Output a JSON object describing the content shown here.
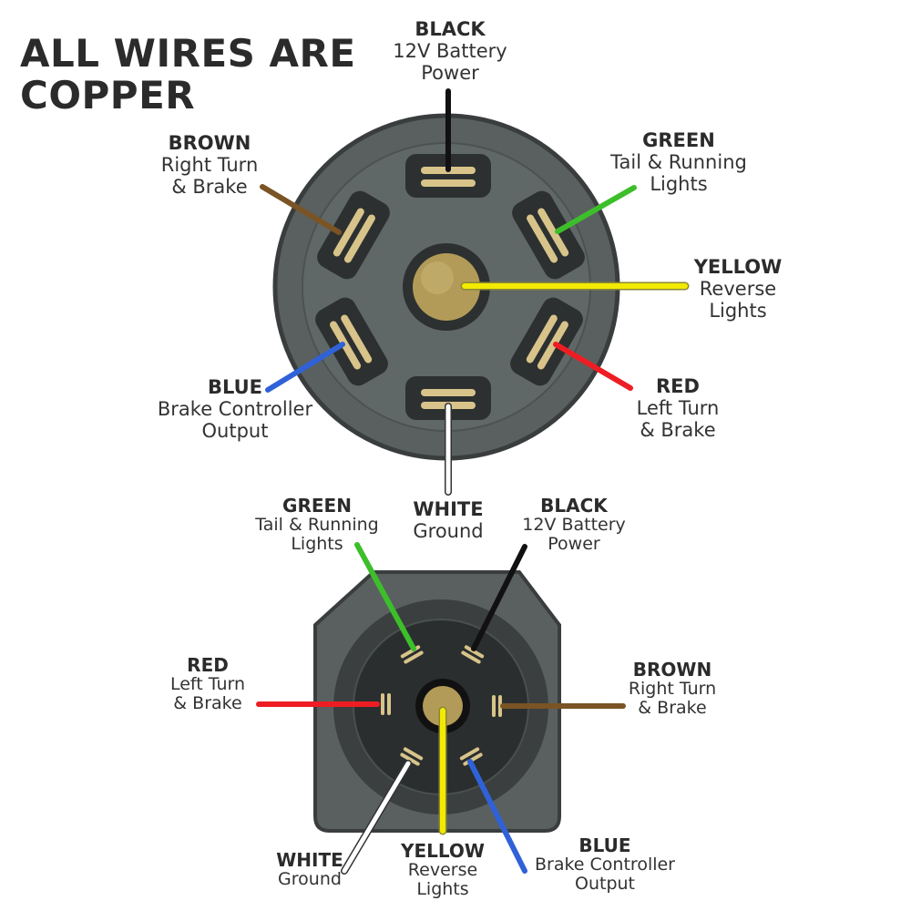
{
  "title_lines": [
    "ALL WIRES ARE",
    "COPPER"
  ],
  "wire_colors": {
    "black": "#111111",
    "green": "#3cbf2a",
    "yellow": "#f4ea00",
    "red": "#ee1d23",
    "white": "#ffffff",
    "blue": "#2f62d8",
    "brown": "#7a5424"
  },
  "connector_colors": {
    "body": "#5a6060",
    "body_rim": "#3a3d3e",
    "pin": "#d8c48a",
    "pin_slot": "#2d3030",
    "center_pin": "#b29b58"
  },
  "round_connector": {
    "labels": [
      {
        "key": "black",
        "color": "BLACK",
        "lines": [
          "12V Battery",
          "Power"
        ]
      },
      {
        "key": "green",
        "color": "GREEN",
        "lines": [
          "Tail & Running",
          "Lights"
        ]
      },
      {
        "key": "yellow",
        "color": "YELLOW",
        "lines": [
          "Reverse",
          "Lights"
        ]
      },
      {
        "key": "red",
        "color": "RED",
        "lines": [
          "Left Turn",
          "& Brake"
        ]
      },
      {
        "key": "white",
        "color": "WHITE",
        "lines": [
          "Ground"
        ]
      },
      {
        "key": "blue",
        "color": "BLUE",
        "lines": [
          "Brake Controller",
          "Output"
        ]
      },
      {
        "key": "brown",
        "color": "BROWN",
        "lines": [
          "Right Turn",
          "& Brake"
        ]
      }
    ]
  },
  "square_connector": {
    "labels": [
      {
        "key": "green",
        "color": "GREEN",
        "lines": [
          "Tail & Running",
          "Lights"
        ]
      },
      {
        "key": "black",
        "color": "BLACK",
        "lines": [
          "12V Battery",
          "Power"
        ]
      },
      {
        "key": "red",
        "color": "RED",
        "lines": [
          "Left Turn",
          "& Brake"
        ]
      },
      {
        "key": "brown",
        "color": "BROWN",
        "lines": [
          "Right Turn",
          "& Brake"
        ]
      },
      {
        "key": "white",
        "color": "WHITE",
        "lines": [
          "Ground"
        ]
      },
      {
        "key": "yellow",
        "color": "YELLOW",
        "lines": [
          "Reverse",
          "Lights"
        ]
      },
      {
        "key": "blue",
        "color": "BLUE",
        "lines": [
          "Brake Controller",
          "Output"
        ]
      }
    ]
  }
}
